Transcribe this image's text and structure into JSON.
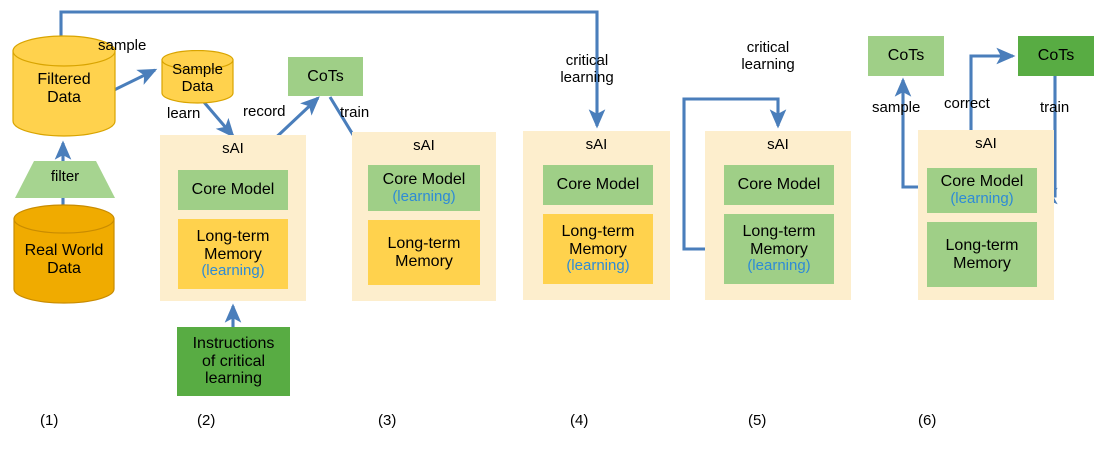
{
  "figure": {
    "type": "diagram",
    "title": "Critical learning pipeline for sAI (six stages)",
    "palette": {
      "cylinder_filtered": "#ffd24d",
      "cylinder_raw": "#f0ab00",
      "panel_bg": "#fdeecd",
      "green_light": "#9fcf87",
      "green_dark": "#58ac43",
      "yellow_box": "#ffd24d",
      "arrow_blue": "#4a7ebb",
      "learning_text": "#2e8bd6"
    }
  },
  "stage1": {
    "caption": "(1)",
    "filtered_data": "Filtered\nData",
    "filtered_data_line1": "Filtered",
    "filtered_data_line2": "Data",
    "filter_label": "filter",
    "real_world_data_line1": "Real World",
    "real_world_data_line2": "Data"
  },
  "stage2": {
    "caption": "(2)",
    "sample_label": "sample",
    "sample_data_line1": "Sample",
    "sample_data_line2": "Data",
    "learn_label": "learn",
    "sai_title": "sAI",
    "core_model": "Core Model",
    "memory_line1": "Long-term",
    "memory_line2": "Memory",
    "memory_state": "(learning)",
    "instructions_line1": "Instructions",
    "instructions_line2": "of critical",
    "instructions_line3": "learning"
  },
  "stage3": {
    "caption": "(3)",
    "cots": "CoTs",
    "record_label": "record",
    "train_label": "train",
    "sai_title": "sAI",
    "core_model": "Core Model",
    "core_model_state": "(learning)",
    "memory_line1": "Long-term",
    "memory_line2": "Memory"
  },
  "stage4": {
    "caption": "(4)",
    "critical_line1": "critical",
    "critical_line2": "learning",
    "sai_title": "sAI",
    "core_model": "Core Model",
    "memory_line1": "Long-term",
    "memory_line2": "Memory",
    "memory_state": "(learning)"
  },
  "stage5": {
    "caption": "(5)",
    "critical_line1": "critical",
    "critical_line2": "learning",
    "sai_title": "sAI",
    "core_model": "Core Model",
    "memory_line1": "Long-term",
    "memory_line2": "Memory",
    "memory_state": "(learning)"
  },
  "stage6": {
    "caption": "(6)",
    "cots_source": "CoTs",
    "cots_corrected": "CoTs",
    "sample_label": "sample",
    "correct_label": "correct",
    "train_label": "train",
    "sai_title": "sAI",
    "core_model": "Core Model",
    "core_model_state": "(learning)",
    "memory_line1": "Long-term",
    "memory_line2": "Memory"
  }
}
